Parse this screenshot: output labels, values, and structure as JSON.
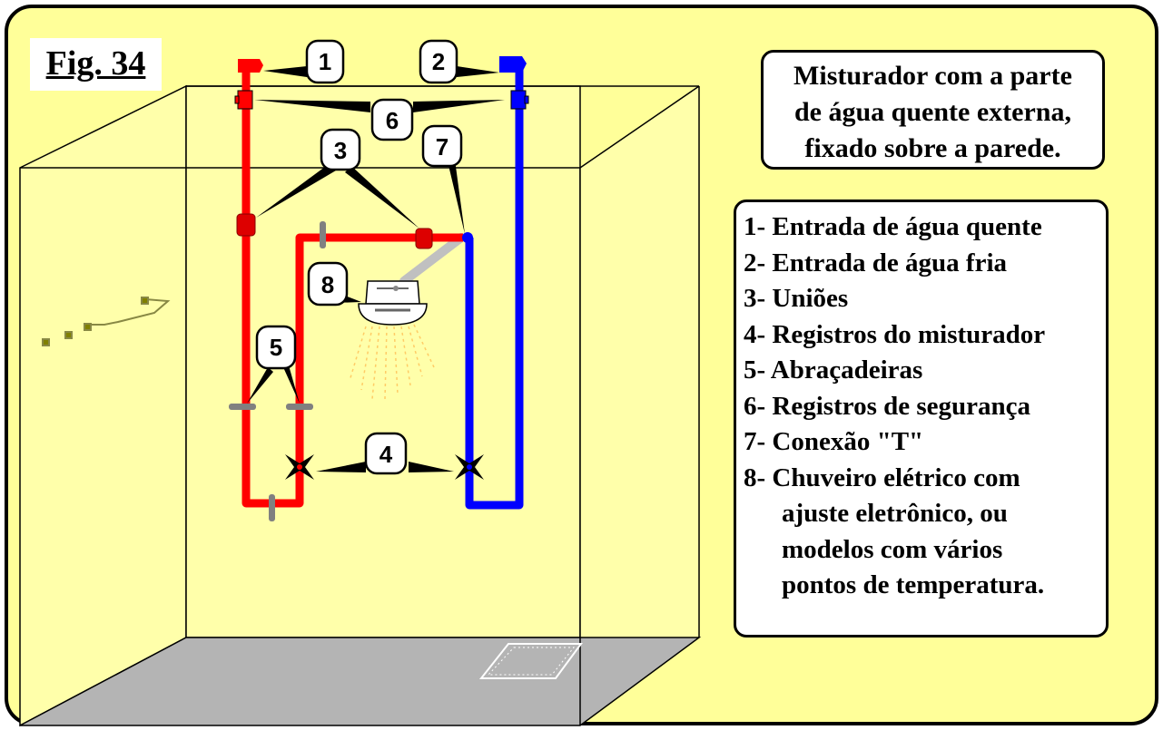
{
  "figure_title": "Fig. 34",
  "description_lines": [
    "Misturador com a parte",
    "de água quente externa,",
    "fixado sobre a parede."
  ],
  "legend": [
    "1- Entrada de água quente",
    "2- Entrada de água fria",
    "3- Uniões",
    "4- Registros do misturador",
    "5- Abraçadeiras",
    "6- Registros de segurança",
    "7- Conexão \"T\"",
    "8- Chuveiro elétrico com",
    "ajuste eletrônico, ou",
    "modelos com vários",
    "pontos de temperatura."
  ],
  "callout_numbers": [
    "1",
    "2",
    "3",
    "4",
    "5",
    "6",
    "7",
    "8"
  ],
  "colors": {
    "background": "#ffff99",
    "wall": "#ffffaa",
    "floor": "#b4b4b4",
    "hot_pipe": "#ff0000",
    "cold_pipe": "#0000ff",
    "clamp": "#808080",
    "shower_arm": "#c0c0c0"
  }
}
